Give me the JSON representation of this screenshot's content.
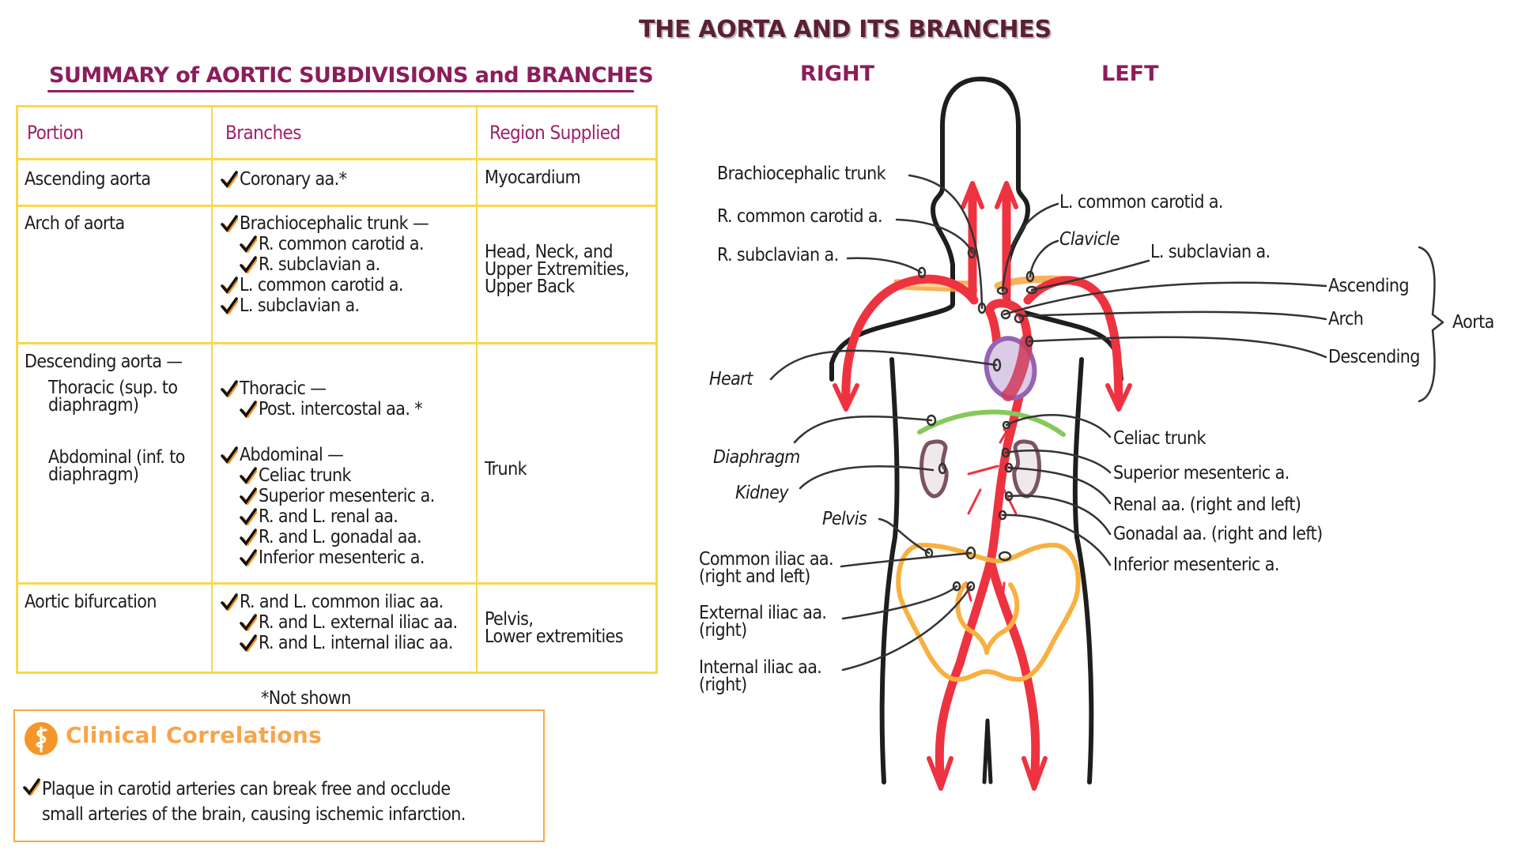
{
  "page": {
    "title": "THE AORTA AND ITS BRANCHES",
    "side_labels": {
      "right": "RIGHT",
      "left": "LEFT"
    }
  },
  "summary": {
    "title": "SUMMARY of AORTIC SUBDIVISIONS and BRANCHES",
    "headers": [
      "Portion",
      "Branches",
      "Region Supplied"
    ],
    "rows": [
      {
        "portion": [
          "Ascending aorta"
        ],
        "branches": [
          {
            "text": "Coronary aa.*",
            "level": 0
          }
        ],
        "region": [
          "Myocardium"
        ]
      },
      {
        "portion": [
          "Arch of aorta"
        ],
        "branches": [
          {
            "text": "Brachiocephalic trunk —",
            "level": 0
          },
          {
            "text": "R. common carotid a.",
            "level": 1
          },
          {
            "text": "R. subclavian a.",
            "level": 1
          },
          {
            "text": "L. common carotid a.",
            "level": 0
          },
          {
            "text": "L. subclavian a.",
            "level": 0
          }
        ],
        "region": [
          "Head, Neck, and",
          "Upper Extremities,",
          "Upper Back"
        ]
      },
      {
        "portion": [
          "Descending aorta —",
          "Thoracic (sup. to",
          "diaphragm)",
          "Abdominal (inf. to",
          "diaphragm)"
        ],
        "branches": [
          {
            "text": "Thoracic —",
            "level": 0
          },
          {
            "text": "Post. intercostal aa. *",
            "level": 1
          },
          {
            "text": "Abdominal —",
            "level": 0
          },
          {
            "text": "Celiac trunk",
            "level": 1
          },
          {
            "text": "Superior mesenteric a.",
            "level": 1
          },
          {
            "text": "R. and L. renal aa.",
            "level": 1
          },
          {
            "text": "R. and L. gonadal aa.",
            "level": 1
          },
          {
            "text": "Inferior mesenteric a.",
            "level": 1
          }
        ],
        "region": [
          "Trunk"
        ]
      },
      {
        "portion": [
          "Aortic bifurcation"
        ],
        "branches": [
          {
            "text": "R. and L. common iliac aa.",
            "level": 0
          },
          {
            "text": "R. and L. external iliac aa.",
            "level": 1
          },
          {
            "text": "R. and L. internal iliac aa.",
            "level": 1
          }
        ],
        "region": [
          "Pelvis,",
          "Lower extremities"
        ]
      }
    ],
    "footnote": "*Not shown"
  },
  "clinical": {
    "icon": "rod-of-asclepius-icon",
    "title": "Clinical Correlations",
    "items": [
      "Plaque in carotid arteries can break free and occlude",
      "small arteries of the brain, causing ischemic infarction."
    ]
  },
  "diagram": {
    "labels": {
      "brachiocephalic_trunk": "Brachiocephalic  trunk",
      "r_common_carotid": "R. common carotid a.",
      "r_subclavian": "R. subclavian a.",
      "l_common_carotid": "L. common carotid a.",
      "clavicle": "Clavicle",
      "l_subclavian": "L. subclavian a.",
      "ascending": "Ascending",
      "arch": "Arch",
      "descending": "Descending",
      "aorta": "Aorta",
      "heart": "Heart",
      "diaphragm": "Diaphragm",
      "kidney": "Kidney",
      "pelvis": "Pelvis",
      "celiac_trunk": "Celiac trunk",
      "superior_mesenteric": "Superior mesenteric a.",
      "renal": "Renal aa. (right and left)",
      "gonadal": "Gonadal aa. (right and left)",
      "inferior_mesenteric": "Inferior mesenteric a.",
      "common_iliac": [
        "Common iliac aa.",
        "(right and left)"
      ],
      "external_iliac": [
        "External iliac aa.",
        "(right)"
      ],
      "internal_iliac": [
        "Internal iliac aa.",
        "(right)"
      ]
    },
    "colors": {
      "artery": "#ee3340",
      "outline": "#1e1e1e",
      "clavicle": "#f7a84a",
      "heart_fill": "#dccbe4",
      "heart_stroke": "#9563b4",
      "diaphragm": "#86c95a",
      "kidney_stroke": "#7b545e",
      "kidney_fill": "#efe9ec",
      "pelvis": "#f8b040",
      "leader": "#333333"
    }
  }
}
